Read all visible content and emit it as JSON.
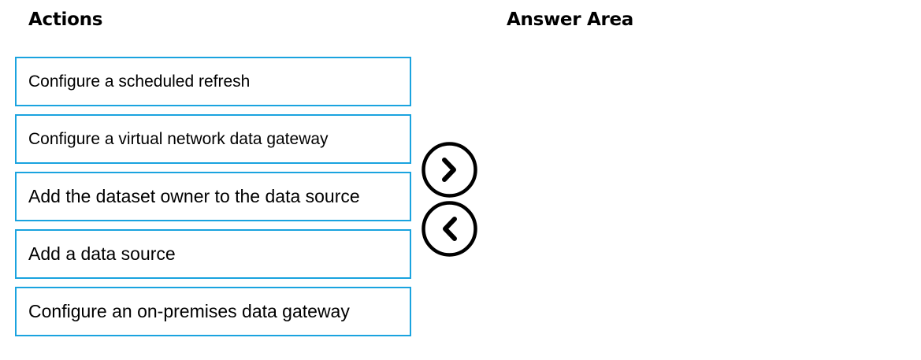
{
  "actions_heading": "Actions",
  "answer_heading": "Answer Area",
  "actions": [
    {
      "label": "Configure a scheduled refresh"
    },
    {
      "label": "Configure a virtual network data gateway"
    },
    {
      "label": "Add the dataset owner to the data source"
    },
    {
      "label": "Add a data source"
    },
    {
      "label": "Configure an on-premises data gateway"
    }
  ],
  "controls": {
    "move_right_icon": "chevron-right-circle",
    "move_left_icon": "chevron-left-circle"
  },
  "colors": {
    "item_border": "#1aa3df",
    "text": "#000000",
    "background": "#ffffff"
  }
}
